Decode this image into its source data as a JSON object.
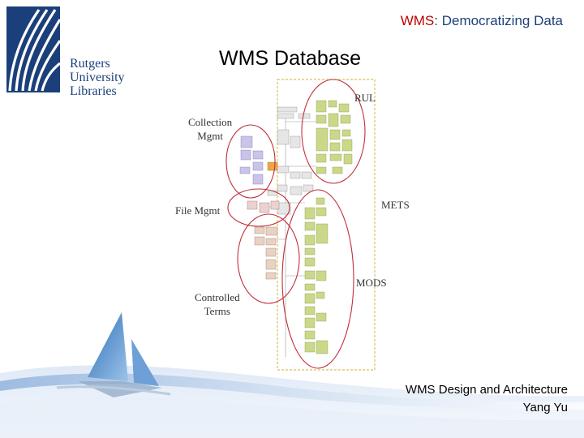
{
  "header": {
    "brand": "WMS",
    "subtitle": ": Democratizing Data"
  },
  "logo": {
    "lines": [
      "Rutgers",
      "University",
      "Libraries"
    ]
  },
  "title": "WMS Database",
  "diagram": {
    "labels": {
      "rul": "RUL",
      "collection_mgmt_1": "Collection",
      "collection_mgmt_2": "Mgmt",
      "file_mgmt": "File Mgmt",
      "mets": "METS",
      "mods": "MODS",
      "controlled_terms_1": "Controlled",
      "controlled_terms_2": "Terms"
    }
  },
  "footer": {
    "line1": "WMS Design and Architecture",
    "line2": "Yang Yu"
  },
  "colors": {
    "brand_blue": "#1b3f7a",
    "accent_red": "#c00000",
    "circle_red": "#c0303a",
    "box_border": "#d8c25c",
    "table_green": "#c9d889",
    "table_blue": "#c9c4e8"
  }
}
